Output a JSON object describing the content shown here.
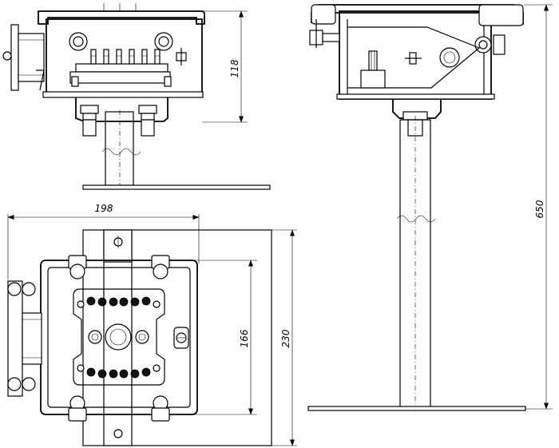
{
  "dimensions": {
    "box_height": "118",
    "total_height": "650",
    "box_width": "198",
    "inner_width": "166",
    "plate_width": "230"
  }
}
